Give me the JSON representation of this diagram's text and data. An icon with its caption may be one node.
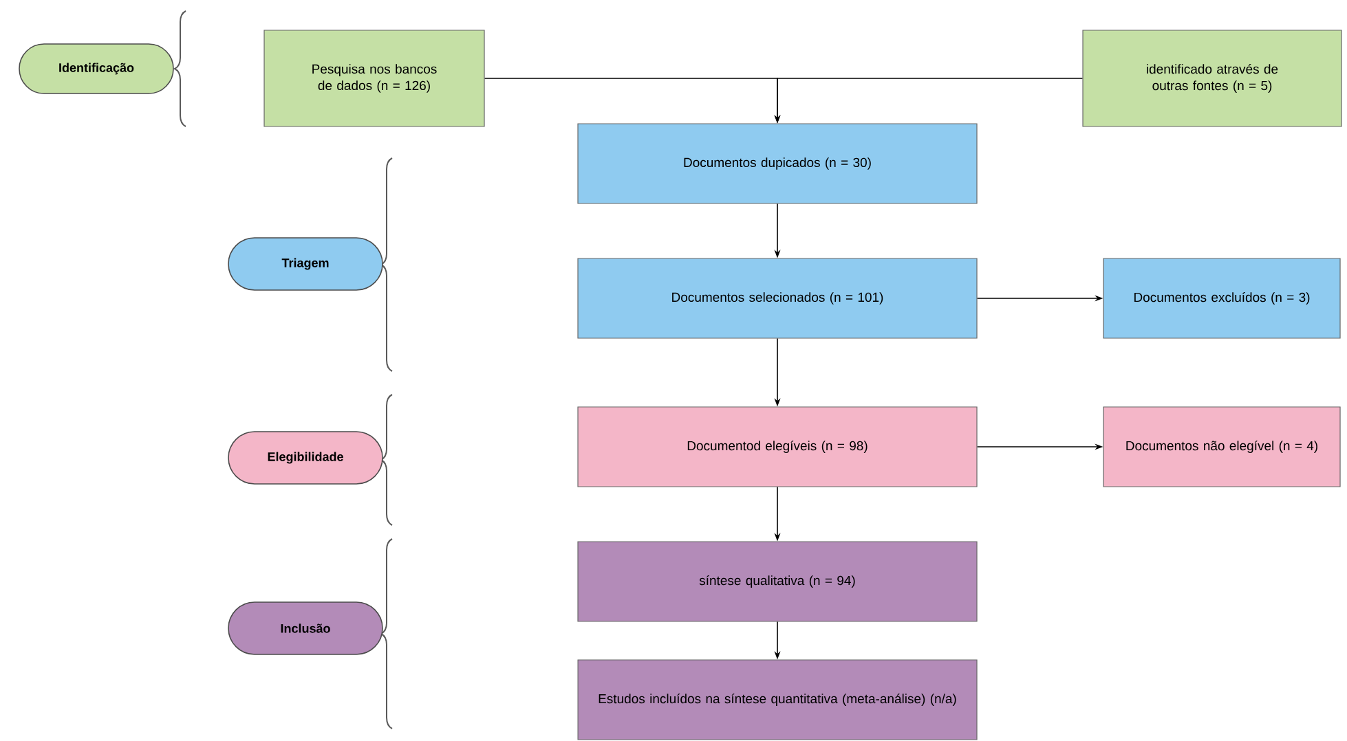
{
  "diagram": {
    "nodes": [
      {
        "text": [
          "Identificação"
        ]
      },
      {
        "text": [
          "Pesquisa nos bancos de dados (n = 126)"
        ]
      },
      {
        "text": [
          "identificado através de outras fontes (n = 5)"
        ]
      },
      {
        "text": [
          "Documentos dupicados (n = 30)"
        ]
      },
      {
        "text": [
          "Triagem"
        ]
      },
      {
        "text": [
          "Documentos selecionados (n = 101)"
        ]
      },
      {
        "text": [
          "Documentos excluídos (n = 3)"
        ]
      },
      {
        "text": [
          "Elegibilidade"
        ]
      },
      {
        "text": [
          "Documentod  elegíveis (n = 98)"
        ]
      },
      {
        "text": [
          "Documentos não elegível (n = 4)"
        ]
      },
      {
        "text": [
          "Inclusão"
        ]
      },
      {
        "text": [
          "síntese qualitativa (n = 94)"
        ]
      },
      {
        "text": [
          "Estudos incluídos na síntese quantitativa (meta-análise) (n/a)"
        ]
      }
    ],
    "edges": [
      {
        "from": 1,
        "to": 3,
        "arrow": "to"
      },
      {
        "from": 2,
        "to": 3,
        "arrow": "to"
      },
      {
        "from": 3,
        "to": 5,
        "arrow": "to"
      },
      {
        "from": 5,
        "to": 6,
        "arrow": "to"
      },
      {
        "from": 5,
        "to": 8,
        "arrow": "to"
      },
      {
        "from": 8,
        "to": 9,
        "arrow": "to"
      },
      {
        "from": 8,
        "to": 11,
        "arrow": "to"
      },
      {
        "from": 11,
        "to": 12,
        "arrow": "to"
      }
    ]
  }
}
